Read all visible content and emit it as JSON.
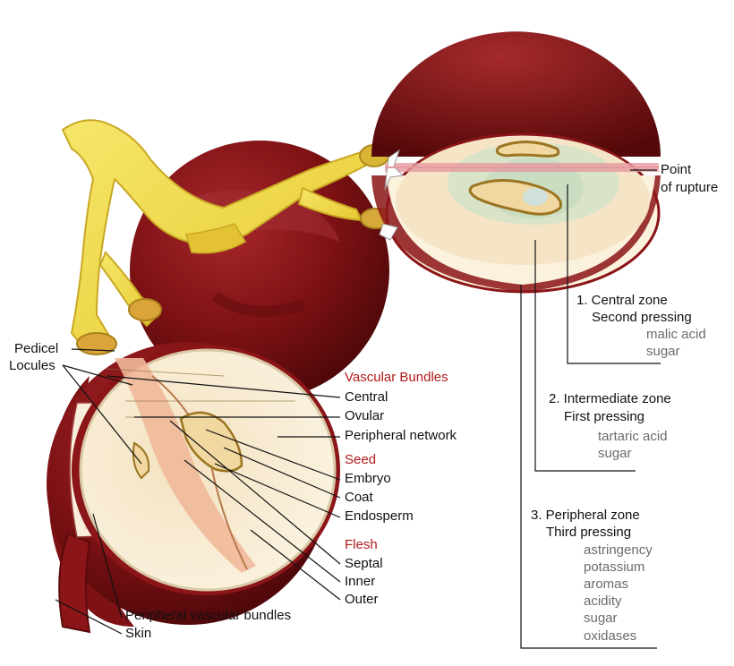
{
  "colors": {
    "skin_dark": "#5a0a0c",
    "skin_mid": "#8b1518",
    "stem": "#f3df4a",
    "flesh": "#f6ecd2",
    "seed": "#e9c98a",
    "header": "#b3191a",
    "subtext": "#6b6b6b",
    "rupture": "#e59aa0"
  },
  "icons": {
    "stem": "grape-stem-icon",
    "whole_grape": "whole-grape-icon",
    "cut_grape_side": "grape-longitudinal-section-icon",
    "cut_grape_cross": "grape-cross-section-icon"
  },
  "labels": {
    "pedicel": "Pedicel",
    "locules": "Locules",
    "vascular_bundles": "Vascular Bundles",
    "central": "Central",
    "ovular": "Ovular",
    "peripheral_network": "Peripheral network",
    "seed": "Seed",
    "embryo": "Embryo",
    "coat": "Coat",
    "endosperm": "Endosperm",
    "flesh": "Flesh",
    "septal": "Septal",
    "inner": "Inner",
    "outer": "Outer",
    "peripheral_vascular_bundles": "Peripheral vascular bundles",
    "skin": "Skin",
    "point_of_rupture_1": "Point",
    "point_of_rupture_2": "of rupture"
  },
  "zones": [
    {
      "title": "1. Central zone",
      "pressing": "Second pressing",
      "components": [
        "malic acid",
        "sugar"
      ]
    },
    {
      "title": "2. Intermediate zone",
      "pressing": "First pressing",
      "components": [
        "tartaric acid",
        "sugar"
      ]
    },
    {
      "title": "3. Peripheral zone",
      "pressing": "Third pressing",
      "components": [
        "astringency",
        "potassium",
        "aromas",
        "acidity",
        "sugar",
        "oxidases"
      ]
    }
  ]
}
